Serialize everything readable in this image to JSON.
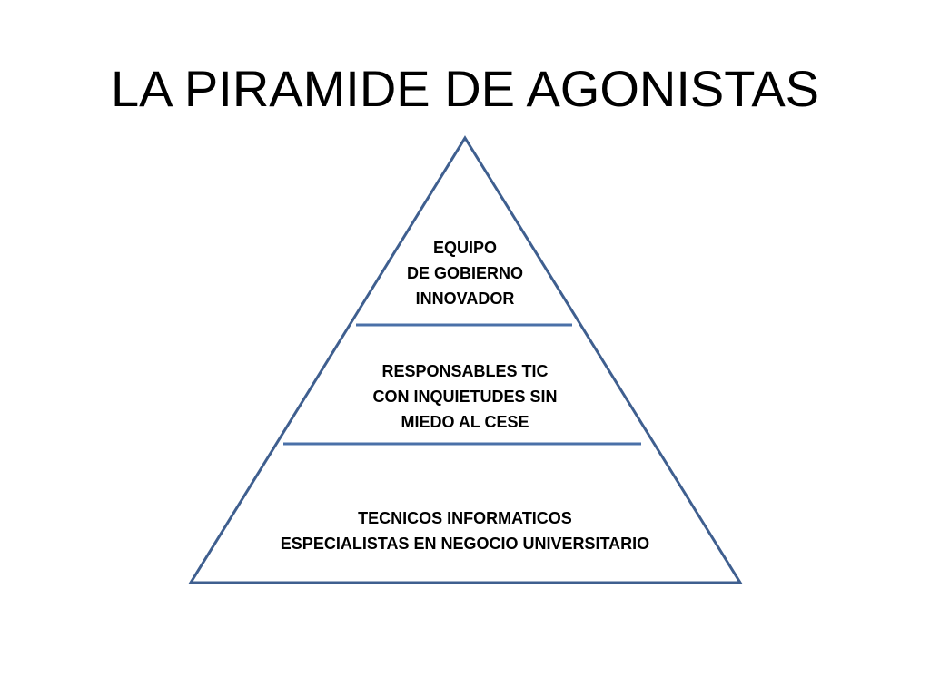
{
  "slide": {
    "title": "LA PIRAMIDE DE AGONISTAS"
  },
  "colors": {
    "outline": "#3f5f8f",
    "divider": "#4a70a8",
    "text": "#000000",
    "background": "#ffffff"
  },
  "pyramid": {
    "tiers": [
      {
        "lines": [
          "EQUIPO",
          "DE GOBIERNO",
          "INNOVADOR"
        ]
      },
      {
        "lines": [
          "RESPONSABLES TIC",
          "CON INQUIETUDES SIN",
          "MIEDO AL CESE"
        ]
      },
      {
        "lines": [
          "TECNICOS INFORMATICOS",
          "ESPECIALISTAS EN NEGOCIO UNIVERSITARIO"
        ]
      }
    ]
  }
}
